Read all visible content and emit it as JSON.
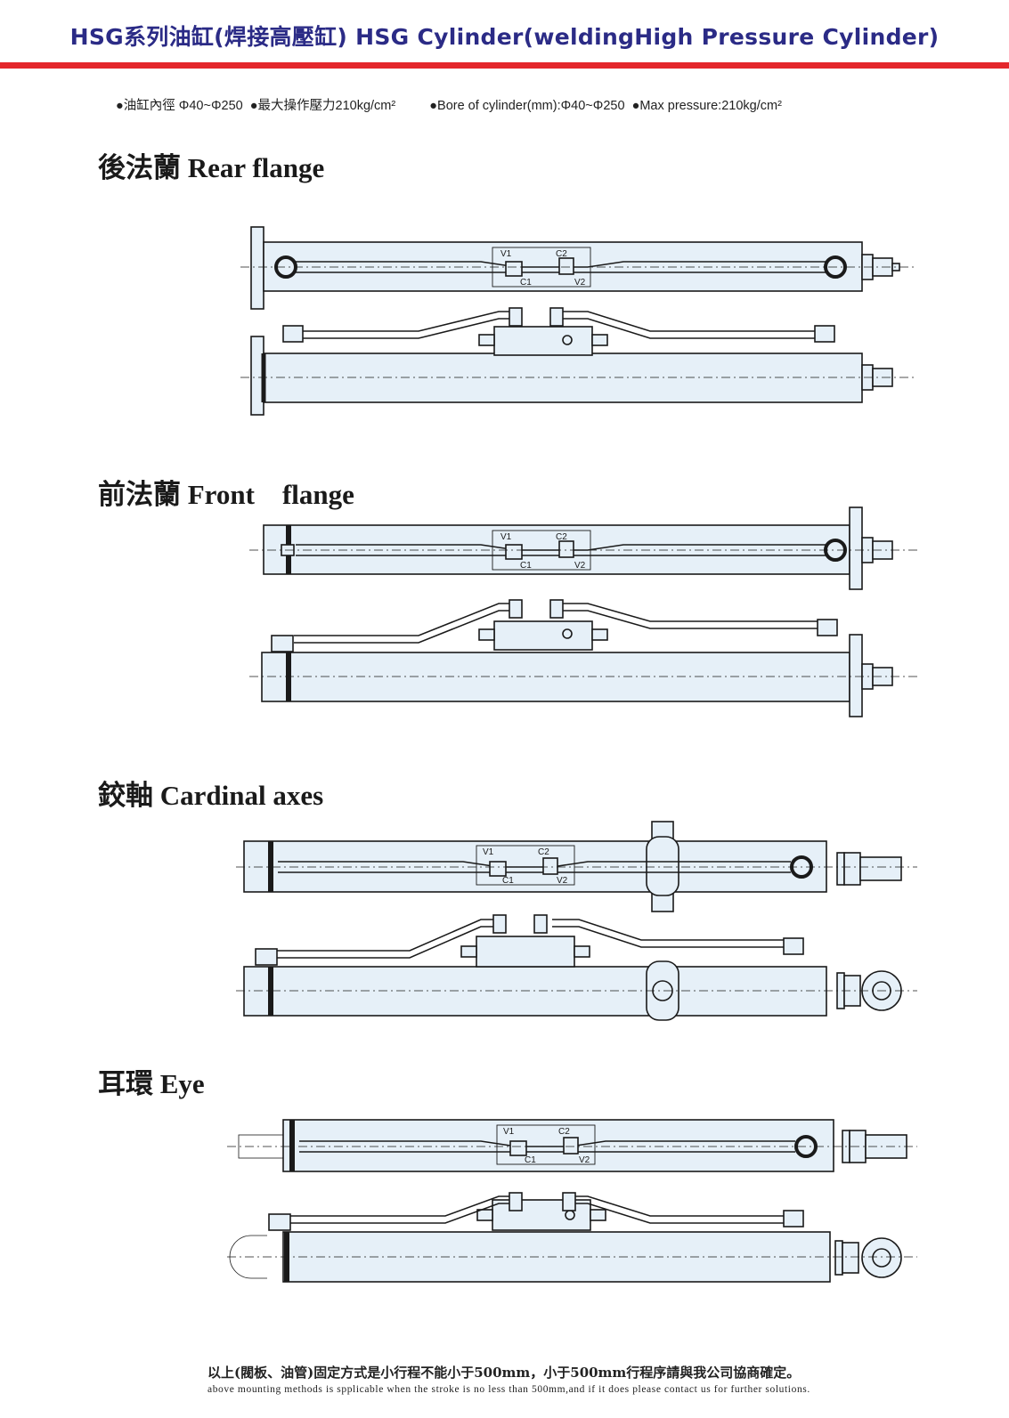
{
  "header": {
    "title": "HSG系列油缸(焊接高壓缸) HSG Cylinder(weldingHigh Pressure Cylinder)"
  },
  "specs": {
    "bore_cn": "●油缸內徑 Φ40~Φ250",
    "pressure_cn": "●最大操作壓力210kg/cm²",
    "bore_en": "●Bore of cylinder(mm):Φ40~Φ250",
    "pressure_en": "●Max pressure:210kg/cm²"
  },
  "sections": [
    {
      "heading": "後法蘭 Rear flange"
    },
    {
      "heading": "前法蘭 Front　flange"
    },
    {
      "heading": "鉸軸 Cardinal axes"
    },
    {
      "heading": "耳環 Eye"
    }
  ],
  "valve_labels": {
    "v1": "V1",
    "v2": "V2",
    "c1": "C1",
    "c2": "C2"
  },
  "footer": {
    "note_cn": "以上(閥板、油管)固定方式是小行程不能小于500mm，小于500mm行程序請與我公司協商確定。",
    "note_en": "above mounting methods is spplicable when the stroke is no less than 500mm,and if it does please contact us for further solutions."
  },
  "colors": {
    "title_blue": "#2b2b86",
    "rule_red": "#e4262b",
    "cylinder_fill": "#e6f0f8",
    "line": "#1a1a1a"
  }
}
